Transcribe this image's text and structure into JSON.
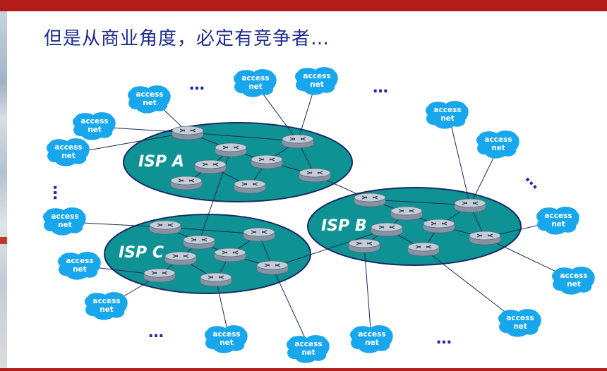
{
  "title": "但是从商业角度，必定有竞争者…",
  "isps": [
    {
      "name": "ISP A"
    },
    {
      "name": "ISP B"
    },
    {
      "name": "ISP C"
    }
  ],
  "access_net": {
    "line1": "access",
    "line2": "net"
  },
  "ellipsis": "…",
  "colors": {
    "isp_fill": "#0f9294",
    "isp_stroke": "#1a2a66",
    "access_net_fill": "#18a6ec",
    "router_fill": "#c3cdd8",
    "link": "#1a2a55",
    "title": "#1b2a8c",
    "accent_bar": "#b31c18",
    "ellipsis": "#1a2aa8"
  }
}
